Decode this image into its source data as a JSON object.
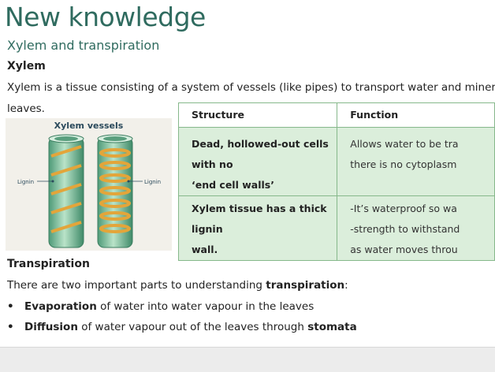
{
  "title": "New knowledge",
  "subtitle": "Xylem and transpiration",
  "section_xylem": {
    "heading": "Xylem",
    "line1": "Xylem is a tissue consisting of a system of vessels (like pipes) to transport water and minerals",
    "line2": "leaves."
  },
  "figure": {
    "title": "Xylem vessels",
    "label_left": "Lignin",
    "label_right": "Lignin"
  },
  "table": {
    "headers": [
      "Structure",
      "Function"
    ],
    "rows": [
      {
        "structure": [
          "Dead, hollowed-out cells with no",
          "‘end cell walls’"
        ],
        "function": [
          "Allows water to be tra",
          "there is no cytoplasm"
        ]
      },
      {
        "structure": [
          "Xylem tissue has a thick lignin",
          "wall."
        ],
        "function": [
          "-It’s waterproof so wa",
          "-strength to withstand",
          "as water moves throu"
        ]
      }
    ]
  },
  "section_transpiration": {
    "heading": "Transpiration",
    "intro_pre": "There are two important parts to understanding ",
    "intro_bold": "transpiration",
    "intro_post": ":",
    "bullets": [
      {
        "bold": "Evaporation",
        "text": " of water into water vapour in the leaves",
        "bold2": "",
        "text2": ""
      },
      {
        "bold": "Diffusion",
        "text": " of water vapour out of the leaves through ",
        "bold2": "stomata",
        "text2": ""
      }
    ],
    "bullet_symbol": "•"
  },
  "colors": {
    "title": "#2f6b5f",
    "table_row": "#dbeedb",
    "table_border": "#86b88b",
    "vessel": "#7fbf9a",
    "spiral": "#e3a53a"
  }
}
